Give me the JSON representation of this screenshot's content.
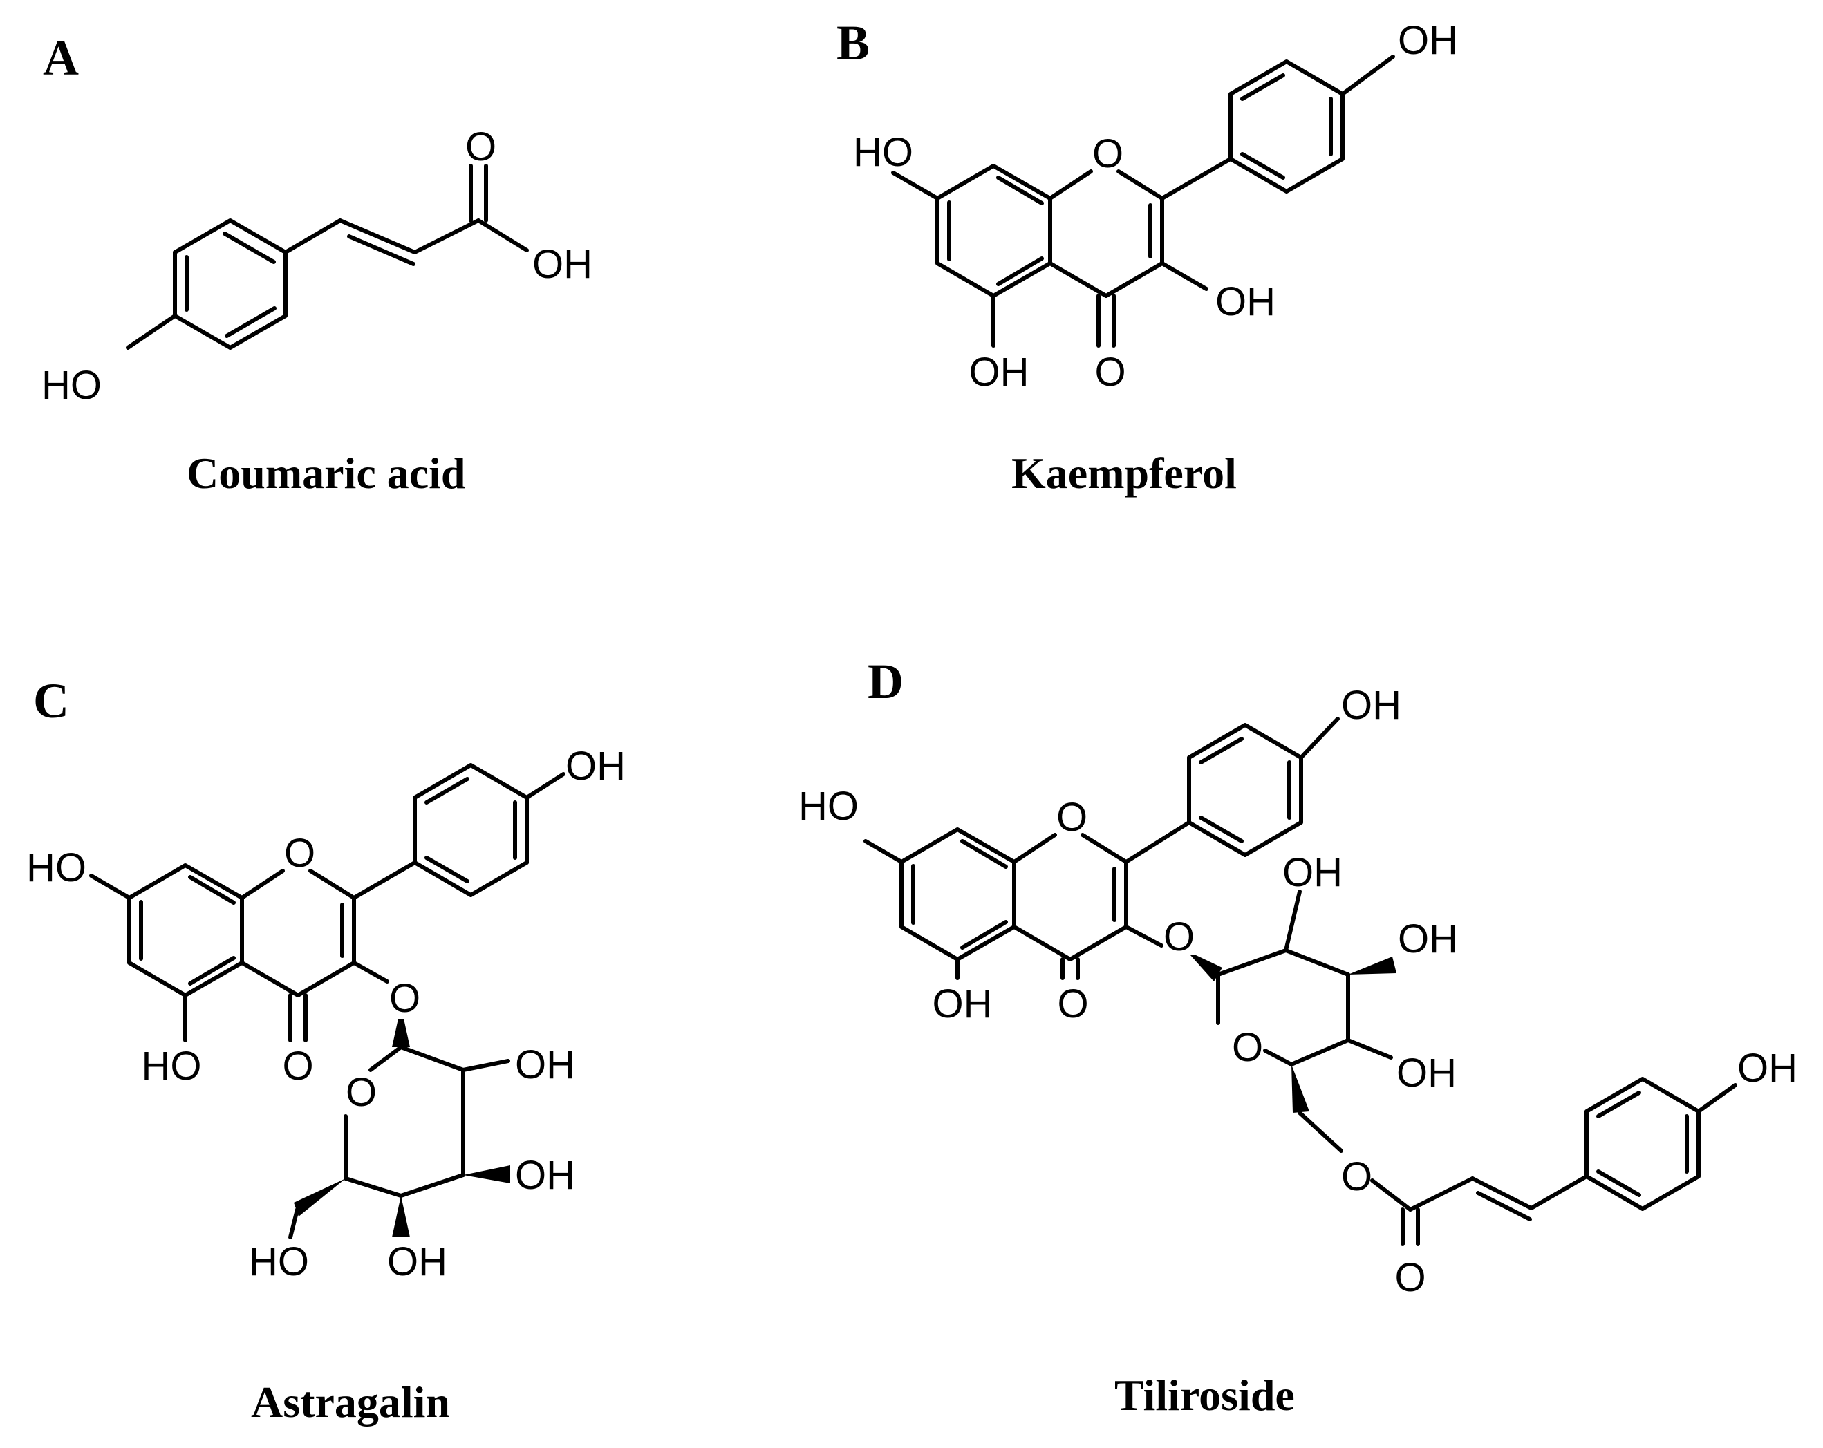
{
  "panels": [
    {
      "label": "A",
      "name": "Coumaric  acid"
    },
    {
      "label": "B",
      "name": "Kaempferol"
    },
    {
      "label": "C",
      "name": "Astragalin"
    },
    {
      "label": "D",
      "name": "Tiliroside"
    }
  ],
  "atoms": {
    "oh": "OH",
    "ho": "HO",
    "o": "O"
  }
}
